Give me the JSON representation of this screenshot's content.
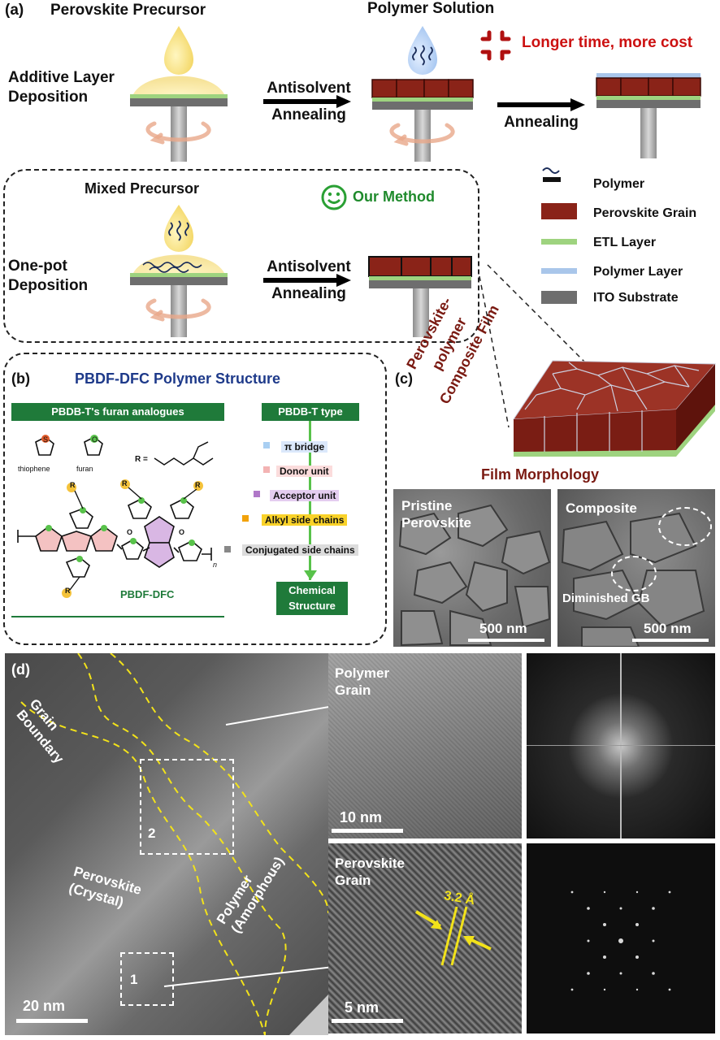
{
  "panel_a": {
    "tag": "(a)",
    "perovskite_precursor": "Perovskite Precursor",
    "polymer_solution": "Polymer Solution",
    "warning": "Longer time, more cost",
    "additive_layer": [
      "Additive Layer",
      "Deposition"
    ],
    "antisolvent": "Antisolvent",
    "annealing": "Annealing",
    "annealing2": "Annealing",
    "mixed_precursor": "Mixed Precursor",
    "our_method": "Our Method",
    "one_pot": [
      "One-pot",
      "Deposition"
    ],
    "antisolvent2": "Antisolvent",
    "annealing3": "Annealing"
  },
  "legend": {
    "items": [
      "Polymer",
      "Perovskite Grain",
      "ETL Layer",
      "Polymer Layer",
      "ITO Substrate"
    ]
  },
  "panel_b": {
    "tag": "(b)",
    "title": "PBDF-DFC Polymer Structure",
    "left_header": "PBDB-T's furan analogues",
    "thiophene": "thiophene",
    "furan": "furan",
    "r_eq": "R =",
    "r_label": "R",
    "o_label": "O",
    "n_label": "n",
    "polymer_name": "PBDF-DFC",
    "right_header": "PBDB-T type",
    "chips": [
      "π bridge",
      "Donor unit",
      "Acceptor unit",
      "Alkyl side chains",
      "Conjugated side chains"
    ],
    "bottom": [
      "Chemical",
      "Structure"
    ]
  },
  "panel_c": {
    "tag": "(c)",
    "composite_label": [
      "Perovskite-polymer",
      "Composite Film"
    ],
    "morphology": "Film Morphology",
    "pristine": [
      "Pristine",
      "Perovskite"
    ],
    "composite": "Composite",
    "diminished": "Diminished GB",
    "scale1": "500 nm",
    "scale2": "500 nm"
  },
  "panel_d": {
    "tag": "(d)",
    "grain_boundary": [
      "Grain",
      "Boundary"
    ],
    "perovskite_crystal": [
      "Perovskite",
      "(Crystal)"
    ],
    "polymer_amorphous": [
      "Polymer",
      "(Amorphous)"
    ],
    "box2": "2",
    "box1": "1",
    "scale_main": "20 nm",
    "polymer_grain": [
      "Polymer",
      "Grain"
    ],
    "scale_poly": "10 nm",
    "perovskite_grain": [
      "Perovskite",
      "Grain"
    ],
    "spacing": "3.2 Å",
    "scale_pero": "5 nm"
  },
  "colors": {
    "grain": "#8a2318",
    "etl": "#9ed37f",
    "polymer_layer": "#a9c6ea",
    "ito": "#6e6e6e",
    "warning": "#cc1111",
    "green": "#1f7a3a",
    "navy": "#1e3a8a",
    "film_title": "#7a1a12",
    "yellow": "#f2e21a"
  }
}
